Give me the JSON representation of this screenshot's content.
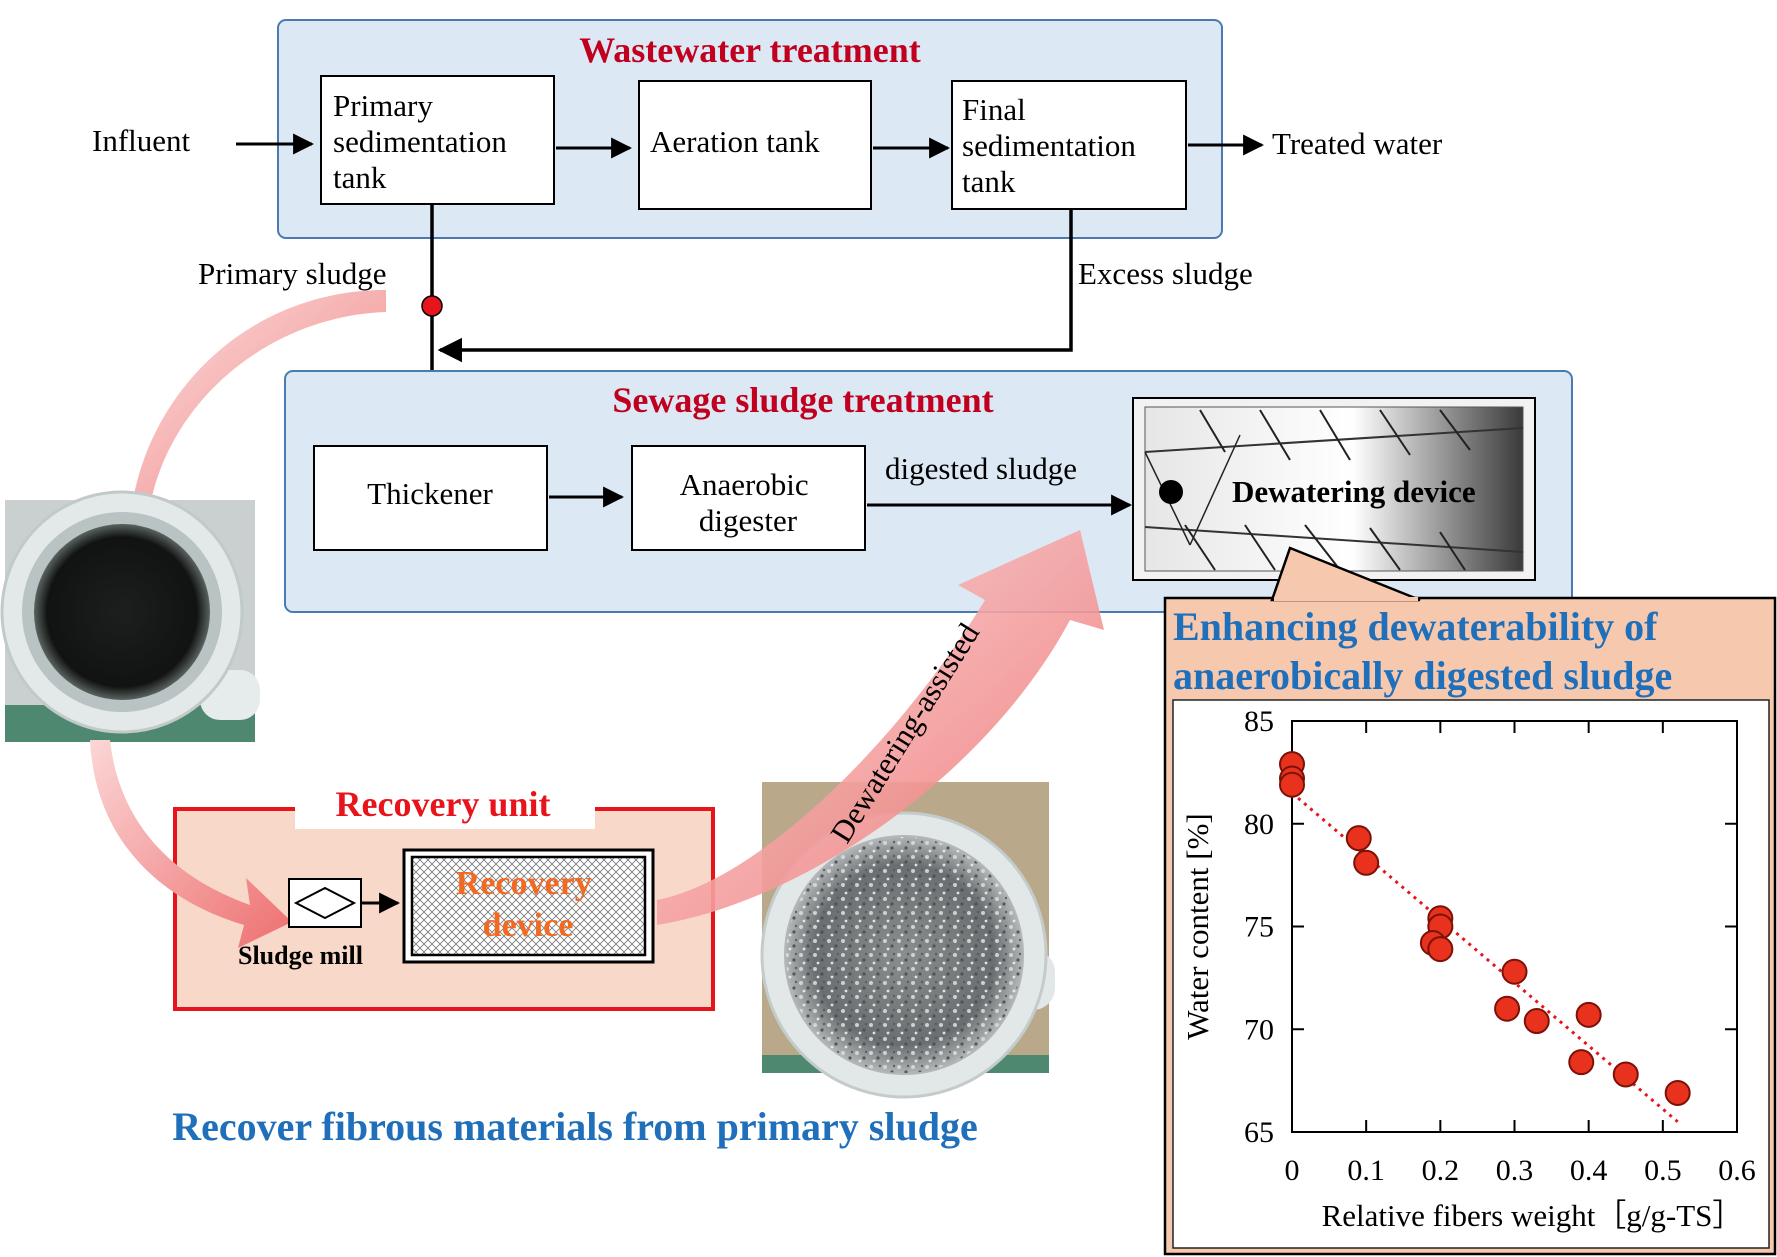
{
  "wastewater": {
    "title": "Wastewater treatment",
    "influent": "Influent",
    "primary_tank": [
      "Primary",
      "sedimentation",
      "tank"
    ],
    "aeration_tank": "Aeration tank",
    "final_tank": [
      "Final",
      "sedimentation",
      "tank"
    ],
    "treated_water": "Treated water",
    "primary_sludge": "Primary sludge",
    "excess_sludge": "Excess sludge"
  },
  "sludge_treatment": {
    "title": "Sewage sludge treatment",
    "thickener": "Thickener",
    "digester": [
      "Anaerobic",
      "digester"
    ],
    "digested_sludge": "digested sludge",
    "dewatering_device": "Dewatering device"
  },
  "recovery": {
    "title": "Recovery unit",
    "sludge_mill": "Sludge mill",
    "device": [
      "Recovery",
      "device"
    ],
    "caption": "Recover fibrous materials from primary sludge",
    "arrow_label": "Dewatering-assisted"
  },
  "callout": {
    "heading": [
      "Enhancing  dewaterability  of",
      "anaerobically digested sludge"
    ]
  },
  "colors": {
    "dark_red": "#c0001e",
    "blue_text": "#1f6fba",
    "panel_fill": "#dce8f4",
    "panel_border": "#4a7ab0",
    "recovery_border": "#e8141c",
    "recovery_fill": "#f8d8c8",
    "callout_fill": "#f6c9ae",
    "callout_border": "#c0561e",
    "pink_arrow": "#f08a8a",
    "point": "#e8321e"
  },
  "chart_data": {
    "type": "scatter",
    "xlabel": "Relative fibers weight［g/g-TS］",
    "ylabel": "Water content [%]",
    "xlim": [
      0,
      0.6
    ],
    "ylim": [
      65,
      85
    ],
    "xticks": [
      "0",
      "0.1",
      "0.2",
      "0.3",
      "0.4",
      "0.5",
      "0.6"
    ],
    "yticks": [
      "65",
      "70",
      "75",
      "80",
      "85"
    ],
    "grid": false,
    "points": [
      {
        "x": 0.0,
        "y": 82.9
      },
      {
        "x": 0.0,
        "y": 82.2
      },
      {
        "x": 0.0,
        "y": 81.9
      },
      {
        "x": 0.09,
        "y": 79.3
      },
      {
        "x": 0.1,
        "y": 78.1
      },
      {
        "x": 0.2,
        "y": 75.4
      },
      {
        "x": 0.2,
        "y": 75.0
      },
      {
        "x": 0.19,
        "y": 74.2
      },
      {
        "x": 0.2,
        "y": 73.9
      },
      {
        "x": 0.3,
        "y": 72.8
      },
      {
        "x": 0.29,
        "y": 71.0
      },
      {
        "x": 0.33,
        "y": 70.4
      },
      {
        "x": 0.4,
        "y": 70.7
      },
      {
        "x": 0.39,
        "y": 68.4
      },
      {
        "x": 0.45,
        "y": 67.8
      },
      {
        "x": 0.52,
        "y": 66.9
      }
    ],
    "trendline": {
      "style": "dotted",
      "from": {
        "x": 0.0,
        "y": 81.5
      },
      "to": {
        "x": 0.52,
        "y": 65.5
      }
    }
  }
}
